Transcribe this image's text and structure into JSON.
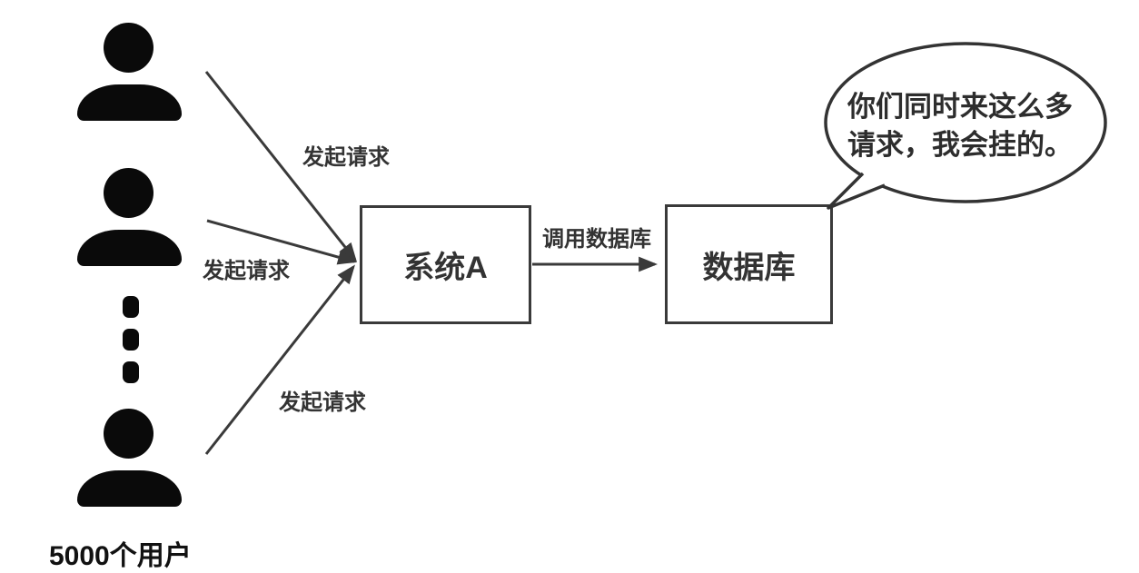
{
  "users": {
    "count_label": "5000个用户",
    "icon": "user-icon",
    "ellipsis_icon": "vertical-ellipsis-icon"
  },
  "nodes": {
    "system_a": {
      "label": "系统A"
    },
    "database": {
      "label": "数据库"
    }
  },
  "edges": {
    "requests": [
      {
        "label": "发起请求"
      },
      {
        "label": "发起请求"
      },
      {
        "label": "发起请求"
      }
    ],
    "db_call": {
      "label": "调用数据库"
    }
  },
  "speech_bubble": {
    "lines": [
      "你们同时来这么多",
      "请求，我会挂的。"
    ]
  },
  "colors": {
    "background": "#ffffff",
    "icon_fill": "#0a0a0a",
    "shape_stroke": "#3a3a3a",
    "bubble_stroke": "#333333",
    "text": "#333333"
  }
}
